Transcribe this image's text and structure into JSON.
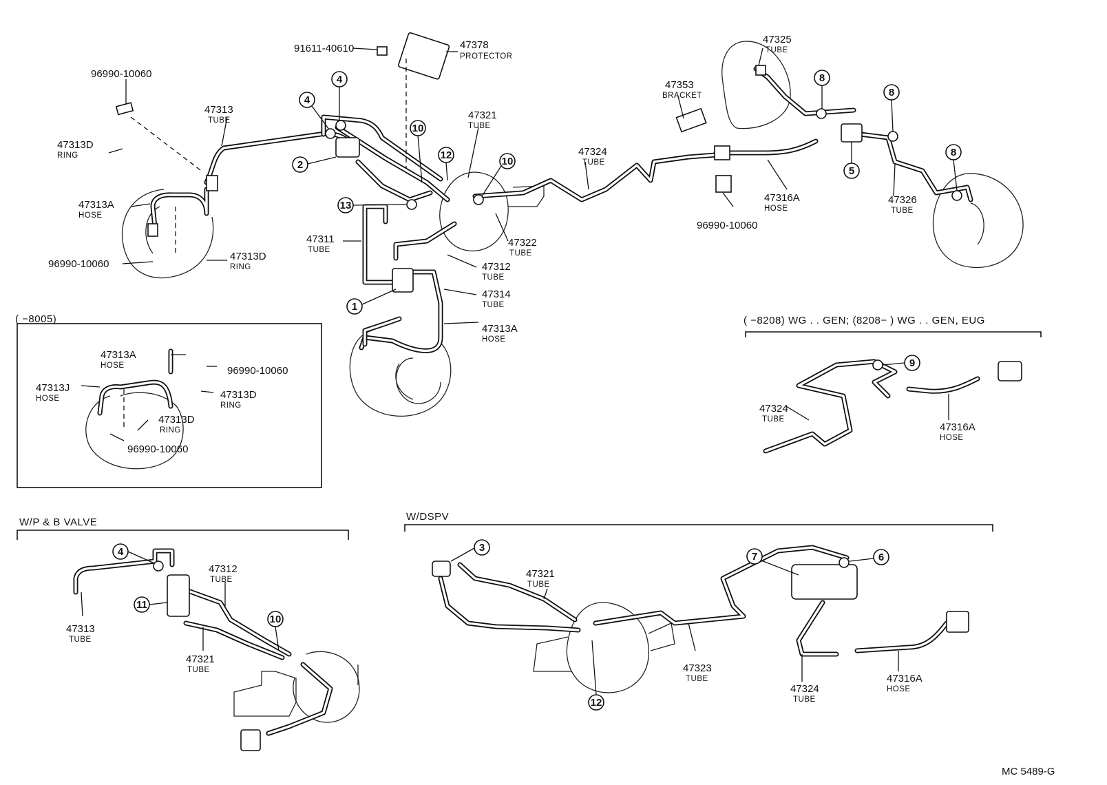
{
  "labels": {
    "p91611": "91611-40610",
    "p47378": "47378",
    "protector": "PROTECTOR",
    "p96990_a": "96990-10060",
    "p47313_a": "47313",
    "tube_47313_a": "TUBE",
    "p47313D_a": "47313D",
    "ring_a": "RING",
    "p47313A_a": "47313A",
    "hose_a": "HOSE",
    "p96990_b": "96990-10060",
    "p47313D_b": "47313D",
    "ring_b": "RING",
    "p47311": "47311",
    "tube_47311": "TUBE",
    "p47321_a": "47321",
    "tube_47321_a": "TUBE",
    "p47322": "47322",
    "tube_47322": "TUBE",
    "p47312_a": "47312",
    "tube_47312_a": "TUBE",
    "p47314": "47314",
    "tube_47314": "TUBE",
    "p47313A_b": "47313A",
    "hose_b": "HOSE",
    "p47324_a": "47324",
    "tube_47324_a": "TUBE",
    "p47353": "47353",
    "bracket": "BRACKET",
    "p47325": "47325",
    "tube_47325": "TUBE",
    "p47316A_a": "47316A",
    "hose_47316A_a": "HOSE",
    "p96990_c": "96990-10060",
    "p47326": "47326",
    "tube_47326": "TUBE",
    "inset_a_header": "(        −8005)",
    "p47313A_c": "47313A",
    "hose_c": "HOSE",
    "p96990_d": "96990-10060",
    "p47313J": "47313J",
    "hose_j": "HOSE",
    "p47313D_c": "47313D",
    "ring_c": "RING",
    "p47313D_d": "47313D",
    "ring_d": "RING",
    "p96990_e": "96990-10060",
    "inset_b_header": "(        −8208) WG . . GEN; (8208−          ) WG . . GEN, EUG",
    "p47324_b": "47324",
    "tube_47324_b": "TUBE",
    "p47316A_b": "47316A",
    "hose_47316A_b": "HOSE",
    "wp_header": "W/P  &  B  VALVE",
    "p47313_b": "47313",
    "tube_47313_b": "TUBE",
    "p47312_b": "47312",
    "tube_47312_b": "TUBE",
    "p47321_b": "47321",
    "tube_47321_b": "TUBE",
    "dspv_header": "W/DSPV",
    "p47321_c": "47321",
    "tube_47321_c": "TUBE",
    "p47323": "47323",
    "tube_47323": "TUBE",
    "p47324_c": "47324",
    "tube_47324_c": "TUBE",
    "p47316A_c": "47316A",
    "hose_47316A_c": "HOSE",
    "footer": "MC  5489-G"
  },
  "callouts": {
    "c1": "1",
    "c2": "2",
    "c3": "3",
    "c4a": "4",
    "c4b": "4",
    "c4c": "4",
    "c5": "5",
    "c6": "6",
    "c7": "7",
    "c8a": "8",
    "c8b": "8",
    "c8c": "8",
    "c9": "9",
    "c10a": "10",
    "c10b": "10",
    "c10c": "10",
    "c11": "11",
    "c12a": "12",
    "c12b": "12",
    "c13": "13"
  }
}
